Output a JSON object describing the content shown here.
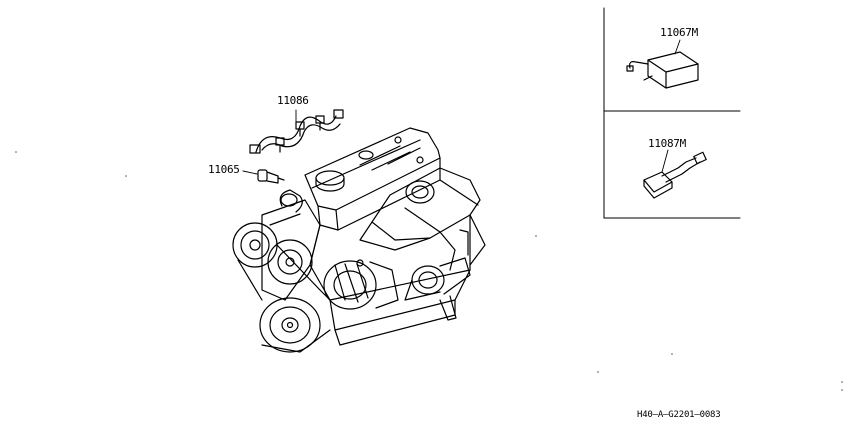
{
  "labels": {
    "wire_harness": "11086",
    "sensor": "11065",
    "control_unit": "11067M",
    "switch_unit": "11087M"
  },
  "diagram_code": "H40—A—G2201—0083"
}
